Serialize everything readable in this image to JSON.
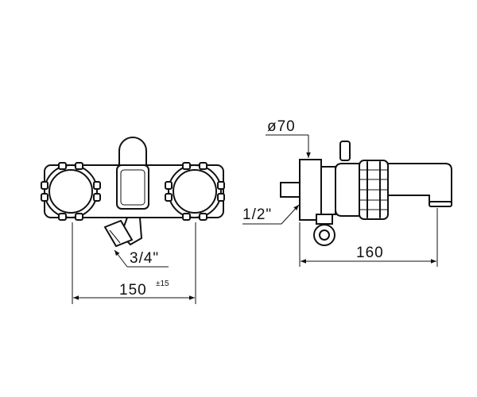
{
  "front_view": {
    "dim_width": "150",
    "dim_tolerance": "±15",
    "dim_inlet": "3/4\""
  },
  "side_view": {
    "dim_depth": "160",
    "dim_diameter": "ø70",
    "dim_thread": "1/2\""
  }
}
